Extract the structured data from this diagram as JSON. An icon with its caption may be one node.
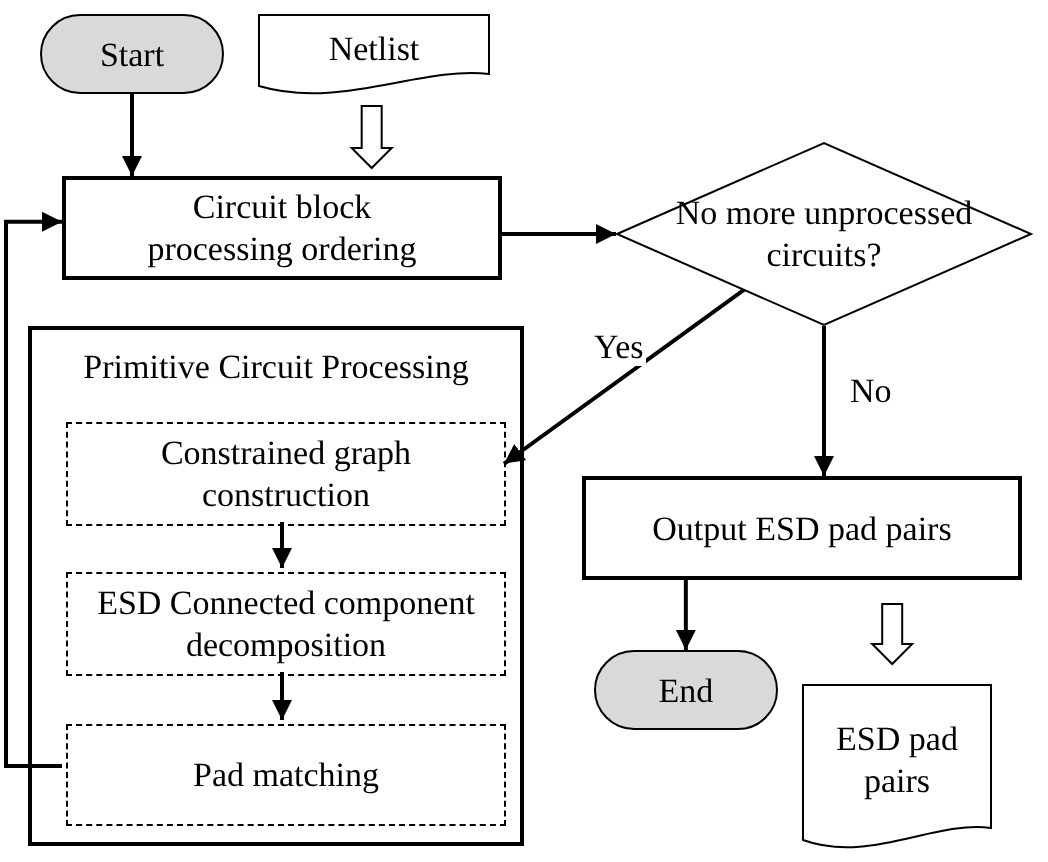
{
  "diagram": {
    "nodes": [
      {
        "text": [
          "Start"
        ]
      },
      {
        "text": [
          "Netlist"
        ]
      },
      {
        "text": [
          "Circuit block processing ordering"
        ]
      },
      {
        "text": [
          "No more unprocessed circuits?"
        ]
      },
      {
        "text": [
          "Primitive Circuit Processing"
        ]
      },
      {
        "text": [
          "Constrained graph construction"
        ],
        "in": 4
      },
      {
        "text": [
          "ESD Connected component decomposition"
        ],
        "in": 4
      },
      {
        "text": [
          "Pad matching"
        ],
        "in": 4
      },
      {
        "text": [
          "Output ESD pad pairs"
        ]
      },
      {
        "text": [
          "End"
        ]
      },
      {
        "text": [
          "ESD pad pairs"
        ]
      }
    ],
    "edges": [
      {
        "from": 0,
        "to": 2,
        "arrow": "to"
      },
      {
        "from": 1,
        "to": 2,
        "arrow": "to"
      },
      {
        "from": 2,
        "to": 3,
        "arrow": "to"
      },
      {
        "from": 3,
        "to": 5,
        "arrow": "to",
        "label": "Yes"
      },
      {
        "from": 3,
        "to": 8,
        "arrow": "to",
        "label": "No"
      },
      {
        "from": 5,
        "to": 6,
        "arrow": "to"
      },
      {
        "from": 6,
        "to": 7,
        "arrow": "to"
      },
      {
        "from": 7,
        "to": 2,
        "arrow": "to"
      },
      {
        "from": 8,
        "to": 9,
        "arrow": "to"
      },
      {
        "from": 8,
        "to": 10,
        "arrow": "to"
      }
    ]
  }
}
